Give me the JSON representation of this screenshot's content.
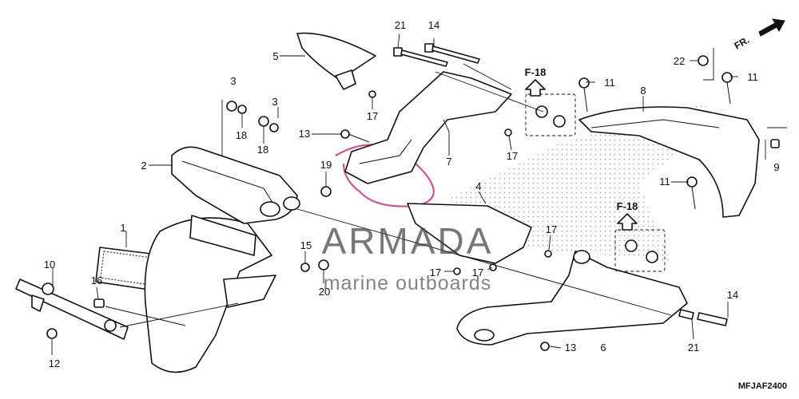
{
  "diagram": {
    "direction_label": "FR.",
    "reference_label": "F-18",
    "diagram_code": "MFJAF2400",
    "watermark": {
      "brand": "ARMADA",
      "tagline": "marine outboards"
    },
    "callouts": [
      "1",
      "2",
      "3",
      "3",
      "4",
      "5",
      "6",
      "7",
      "8",
      "9",
      "10",
      "11",
      "11",
      "11",
      "12",
      "13",
      "13",
      "14",
      "14",
      "15",
      "16",
      "17",
      "17",
      "17",
      "17",
      "17",
      "18",
      "18",
      "19",
      "20",
      "21",
      "21",
      "22"
    ]
  }
}
